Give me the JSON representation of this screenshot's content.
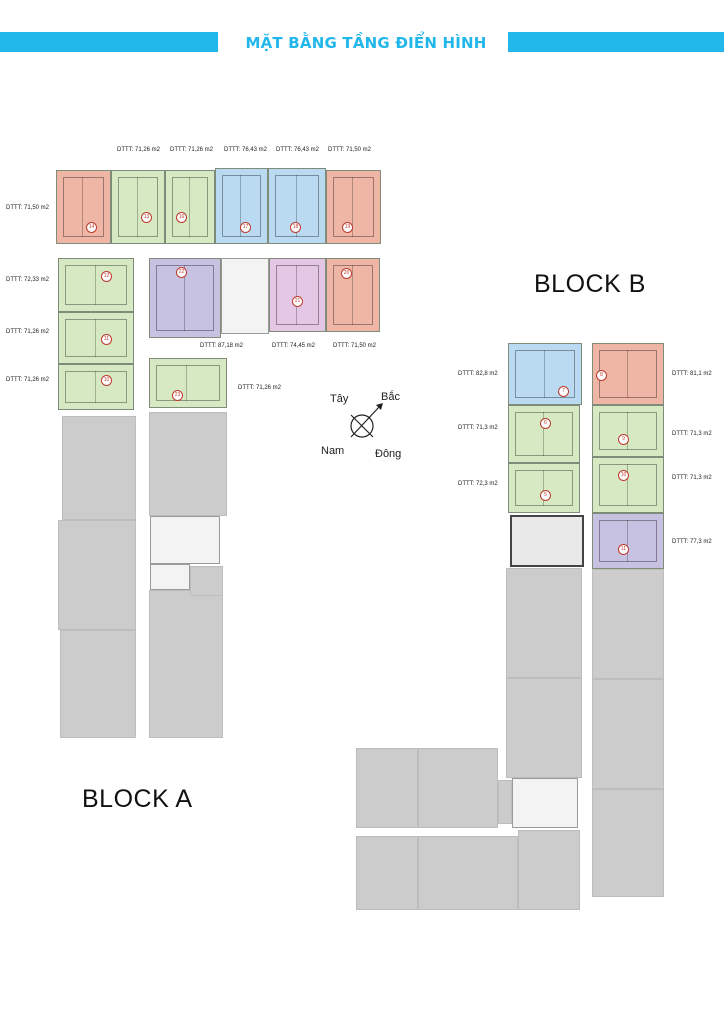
{
  "header": {
    "title": "MẶT BẰNG TẦNG ĐIỂN HÌNH",
    "accent_color": "#22b7ea"
  },
  "blocks": {
    "a_label": "BLOCK A",
    "b_label": "BLOCK B"
  },
  "compass": {
    "west": "Tây",
    "north": "Bắc",
    "south": "Nam",
    "east": "Đông"
  },
  "block_a_areas": {
    "top_1": "DTTT: 71,26 m2",
    "top_2": "DTTT: 71,26 m2",
    "top_3": "DTTT: 76,43 m2",
    "top_4": "DTTT: 76,43 m2",
    "top_5": "DTTT: 71,50 m2",
    "left_top": "DTTT: 71,50 m2",
    "left_1": "DTTT: 72,33 m2",
    "left_2": "DTTT: 71,26 m2",
    "left_3": "DTTT: 71,26 m2",
    "mid_1": "DTTT: 87,18 m2",
    "mid_2": "DTTT: 74,45 m2",
    "mid_3": "DTTT: 71,50 m2",
    "mid_right": "DTTT: 71,26 m2"
  },
  "block_b_areas": {
    "l1": "DTTT: 82,8 m2",
    "l2": "DTTT: 71,3 m2",
    "l3": "DTTT: 72,3 m2",
    "r1": "DTTT: 81,1 m2",
    "r2": "DTTT: 71,3 m2",
    "r3": "DTTT: 71,3 m2",
    "r4": "DTTT: 77,3 m2"
  },
  "unit_numbers": {
    "a14": "14",
    "a13": "13",
    "a16": "16",
    "a17": "17",
    "a18": "18",
    "a19": "19",
    "a12": "12",
    "a11": "11",
    "a10": "10",
    "a22": "22",
    "a21": "21",
    "a20": "20",
    "a23": "23",
    "b7": "7",
    "b6": "6",
    "b5": "5",
    "b8": "8",
    "b9": "9",
    "b10": "10",
    "b11": "11"
  }
}
